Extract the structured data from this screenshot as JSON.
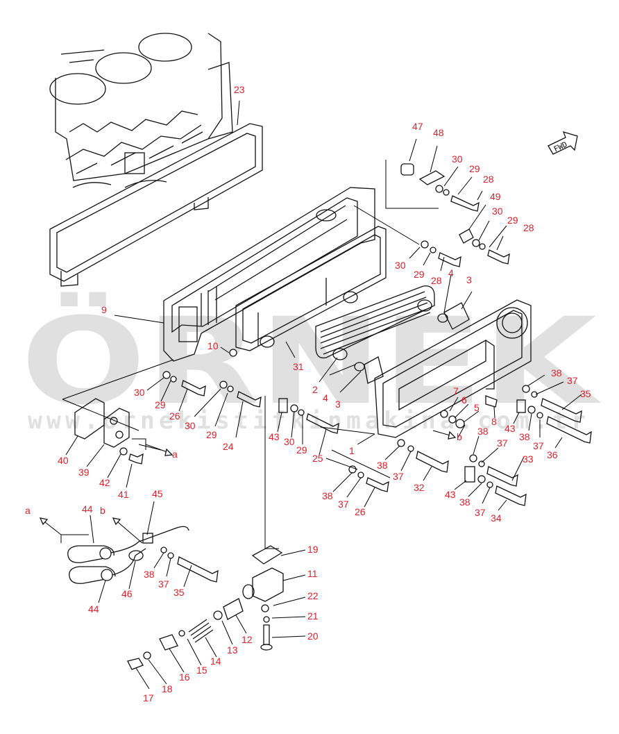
{
  "watermark": {
    "brand": "ÖRNEK",
    "url": "www.ornekistifkinmakina.com.tr",
    "accent_color": "#f2c300",
    "gray_color": "#c8c8c8"
  },
  "fwd_label": "FWD",
  "label_color": "#e0202a",
  "letters": [
    "a",
    "b",
    "a",
    "b"
  ],
  "callouts": [
    "23",
    "47",
    "48",
    "30",
    "29",
    "28",
    "49",
    "30",
    "29",
    "28",
    "30",
    "29",
    "28",
    "4",
    "3",
    "9",
    "10",
    "31",
    "2",
    "4",
    "3",
    "30",
    "29",
    "26",
    "30",
    "29",
    "24",
    "43",
    "30",
    "29",
    "25",
    "7",
    "6",
    "5",
    "8",
    "b",
    "38",
    "37",
    "35",
    "43",
    "38",
    "37",
    "36",
    "40",
    "39",
    "42",
    "41",
    "1",
    "38",
    "37",
    "32",
    "38",
    "37",
    "33",
    "43",
    "38",
    "37",
    "34",
    "38",
    "37",
    "26",
    "44",
    "45",
    "38",
    "37",
    "35",
    "46",
    "44",
    "19",
    "11",
    "22",
    "21",
    "20",
    "12",
    "13",
    "14",
    "15",
    "16",
    "18",
    "17"
  ]
}
